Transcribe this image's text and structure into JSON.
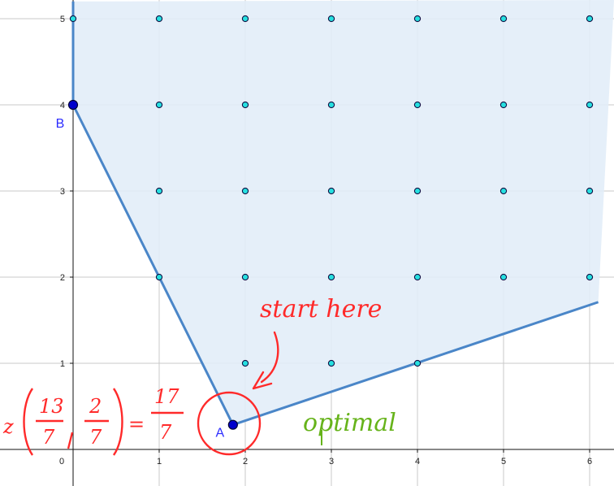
{
  "chart_data": {
    "type": "scatter",
    "xlim": [
      -0.8,
      6.1
    ],
    "ylim": [
      -0.45,
      5.2
    ],
    "grid": true,
    "x_ticks": [
      0,
      1,
      2,
      3,
      4,
      5,
      6
    ],
    "y_ticks": [
      1,
      2,
      3,
      4,
      5
    ],
    "feasible_region_boundary": [
      {
        "x": 0,
        "y": 5.2
      },
      {
        "x": 0,
        "y": 4
      },
      {
        "x": 1.857,
        "y": 0.286
      },
      {
        "x": 6.1,
        "y": 1.71
      }
    ],
    "lattice_points": [
      [
        0,
        5
      ],
      [
        1,
        5
      ],
      [
        2,
        5
      ],
      [
        3,
        5
      ],
      [
        4,
        5
      ],
      [
        5,
        5
      ],
      [
        6,
        5
      ],
      [
        1,
        4
      ],
      [
        2,
        4
      ],
      [
        3,
        4
      ],
      [
        4,
        4
      ],
      [
        5,
        4
      ],
      [
        6,
        4
      ],
      [
        1,
        3
      ],
      [
        2,
        3
      ],
      [
        3,
        3
      ],
      [
        4,
        3
      ],
      [
        5,
        3
      ],
      [
        6,
        3
      ],
      [
        1,
        2
      ],
      [
        2,
        2
      ],
      [
        3,
        2
      ],
      [
        4,
        2
      ],
      [
        5,
        2
      ],
      [
        6,
        2
      ],
      [
        2,
        1
      ],
      [
        3,
        1
      ],
      [
        4,
        1
      ]
    ],
    "vertices": [
      {
        "label": "A",
        "x": 1.857,
        "y": 0.286
      },
      {
        "label": "B",
        "x": 0,
        "y": 4
      }
    ],
    "colors": {
      "region_fill": "#e2edf8",
      "boundary": "#4a86c8",
      "grid": "#c8c8c8",
      "lattice_fill": "#26e0e0",
      "vertex_fill": "#0000cc",
      "annotation_red": "#ff2a2a",
      "annotation_green": "#66b31a"
    }
  },
  "annotations": {
    "start_note": "start here",
    "optimal_note": "optimal",
    "objective": {
      "prefix": "z",
      "frac1_num": "13",
      "frac1_den": "7",
      "frac2_num": "2",
      "frac2_den": "7",
      "equals": "=",
      "result_num": "17",
      "result_den": "7"
    }
  }
}
